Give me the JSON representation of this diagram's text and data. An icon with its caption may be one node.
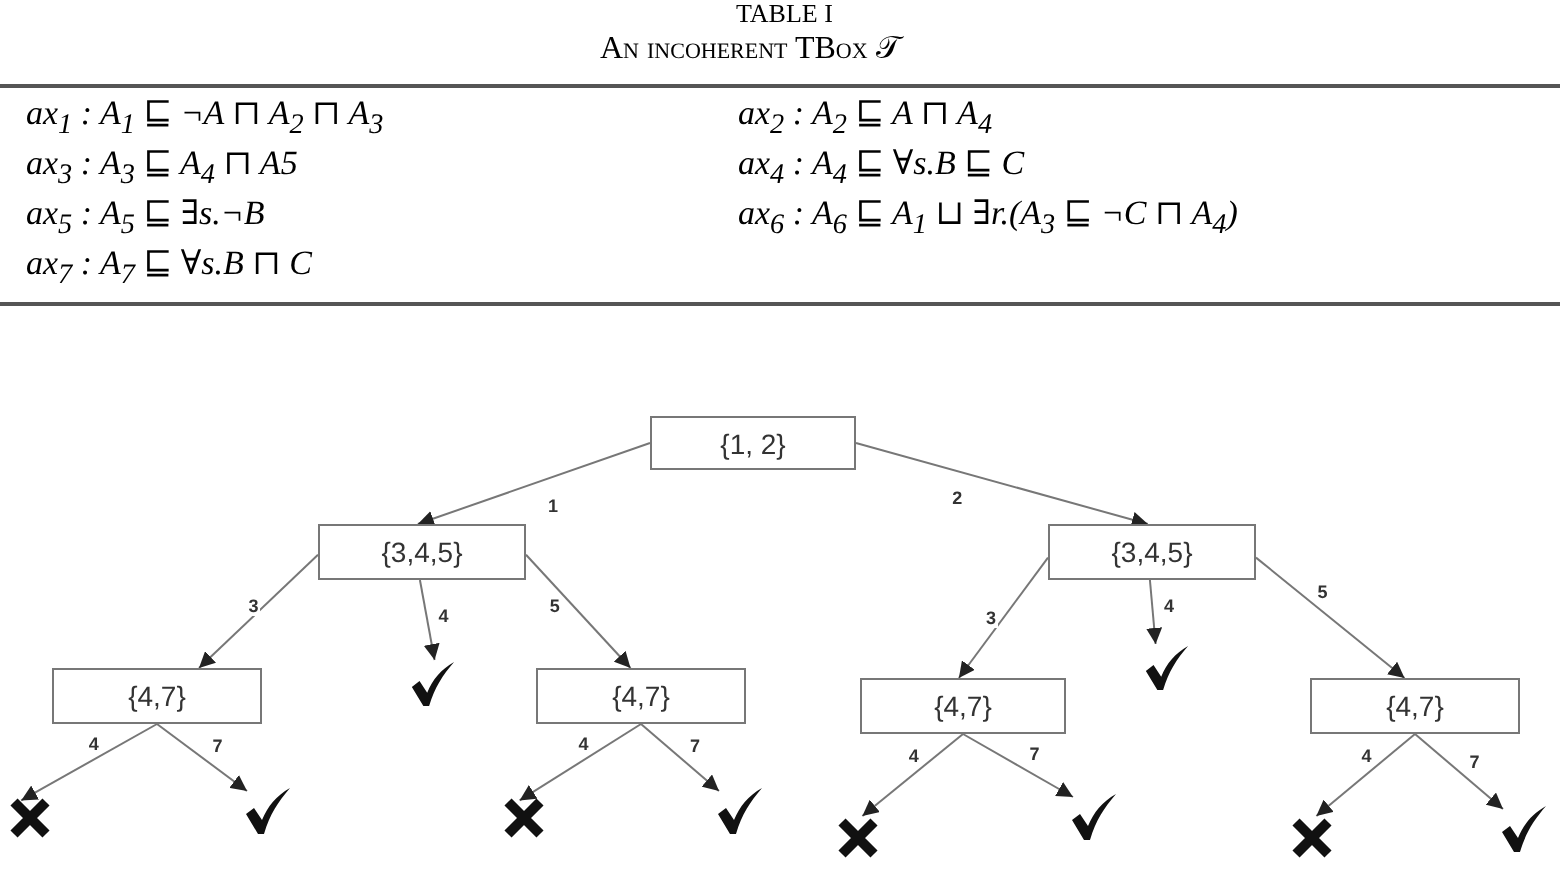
{
  "diagram": {
    "title": "TABLE I",
    "caption": "An incoherent TBox 𝒯",
    "labels": [
      "ax$_{1}$ : A$_{1}$ ⊑ ¬A ⊓ A$_{2}$ ⊓ A$_{3}$",
      "ax$_{2}$ : A$_{2}$ ⊑ A ⊓ A$_{4}$",
      "ax$_{3}$ : A$_{3}$ ⊑ A$_{4}$ ⊓ A5",
      "ax$_{4}$ : A$_{4}$ ⊑ ∀s.B ⊑ C",
      "ax$_{5}$ : A$_{5}$ ⊑ ∃s.¬B",
      "ax$_{6}$ : A$_{6}$ ⊑ A$_{1}$ ⊔ ∃r.(A$_{3}$ ⊑ ¬C ⊓ A$_{4}$)",
      "ax$_{7}$ : A$_{7}$ ⊑ ∀s.B ⊓ C"
    ],
    "nodes": [
      {
        "text": [
          "{1, 2}"
        ]
      },
      {
        "text": [
          "{3,4,5}"
        ]
      },
      {
        "text": [
          "{3,4,5}"
        ]
      },
      {
        "text": [
          "{4,7}"
        ]
      },
      {
        "text": [],
        "shape": "check"
      },
      {
        "text": [
          "{4,7}"
        ]
      },
      {
        "text": [
          "{4,7}"
        ]
      },
      {
        "text": [],
        "shape": "check"
      },
      {
        "text": [
          "{4,7}"
        ]
      },
      {
        "text": [],
        "shape": "cross"
      },
      {
        "text": [],
        "shape": "check"
      },
      {
        "text": [],
        "shape": "cross"
      },
      {
        "text": [],
        "shape": "check"
      },
      {
        "text": [],
        "shape": "cross"
      },
      {
        "text": [],
        "shape": "check"
      },
      {
        "text": [],
        "shape": "cross"
      },
      {
        "text": [],
        "shape": "check"
      }
    ],
    "edges": [
      {
        "from": 0,
        "to": 1,
        "arrow": "to",
        "label": "1"
      },
      {
        "from": 0,
        "to": 2,
        "arrow": "to",
        "label": "2"
      },
      {
        "from": 1,
        "to": 3,
        "arrow": "to",
        "label": "3"
      },
      {
        "from": 1,
        "to": 4,
        "arrow": "to",
        "label": "4"
      },
      {
        "from": 1,
        "to": 5,
        "arrow": "to",
        "label": "5"
      },
      {
        "from": 2,
        "to": 6,
        "arrow": "to",
        "label": "3"
      },
      {
        "from": 2,
        "to": 7,
        "arrow": "to",
        "label": "4"
      },
      {
        "from": 2,
        "to": 8,
        "arrow": "to",
        "label": "5"
      },
      {
        "from": 3,
        "to": 9,
        "arrow": "to",
        "label": "4"
      },
      {
        "from": 3,
        "to": 10,
        "arrow": "to",
        "label": "7"
      },
      {
        "from": 5,
        "to": 11,
        "arrow": "to",
        "label": "4"
      },
      {
        "from": 5,
        "to": 12,
        "arrow": "to",
        "label": "7"
      },
      {
        "from": 6,
        "to": 13,
        "arrow": "to",
        "label": "4"
      },
      {
        "from": 6,
        "to": 14,
        "arrow": "to",
        "label": "7"
      },
      {
        "from": 8,
        "to": 15,
        "arrow": "to",
        "label": "4"
      },
      {
        "from": 8,
        "to": 16,
        "arrow": "to",
        "label": "7"
      }
    ]
  }
}
